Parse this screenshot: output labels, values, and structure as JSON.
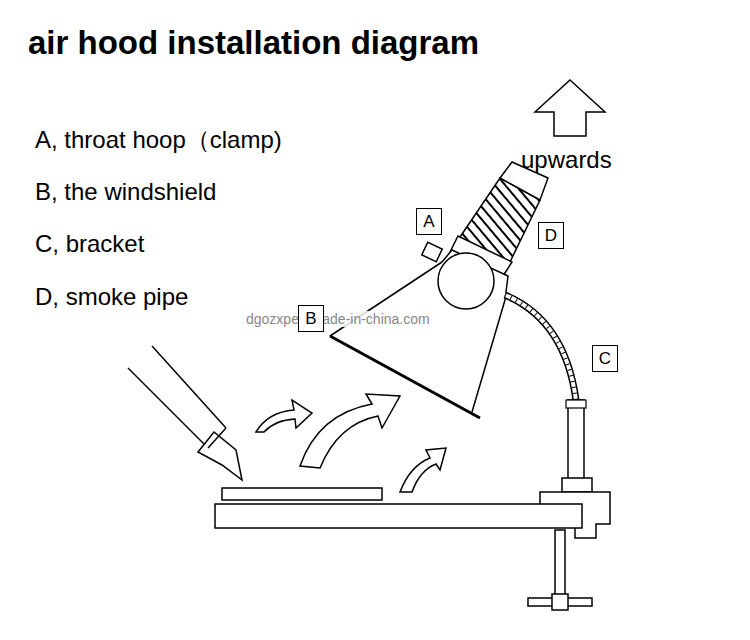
{
  "diagram": {
    "title": "air hood installation diagram",
    "nodes": [
      {
        "text": [
          "A"
        ]
      },
      {
        "text": [
          "D"
        ]
      },
      {
        "text": [
          "B"
        ]
      },
      {
        "text": [
          "C"
        ]
      }
    ],
    "labels": [
      "A, throat hoop（clamp)",
      "B, the windshield",
      "C, bracket",
      "D, smoke pipe",
      "upwards",
      "dgozxpen.made-in-china.com"
    ]
  }
}
